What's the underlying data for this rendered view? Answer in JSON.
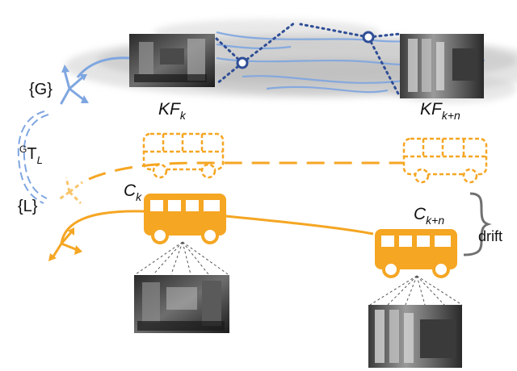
{
  "labels": {
    "kf_left": {
      "main": "KF",
      "sub": "k"
    },
    "kf_right": {
      "main": "KF",
      "sub": "k+n"
    },
    "frame_global": "{G}",
    "frame_local": "{L}",
    "transform": {
      "sup": "G",
      "main": "T",
      "sub": "L"
    },
    "cam_left": {
      "main": "C",
      "sub": "k"
    },
    "cam_right": {
      "main": "C",
      "sub": "k+n"
    },
    "drift": "drift"
  },
  "colors": {
    "blue": "#7fa6e0",
    "dark_blue": "#2f4e96",
    "orange": "#f5a623",
    "orange_light": "#f8c468",
    "cloud": "#c4c4c4",
    "brace": "#707070"
  },
  "images": {
    "keyframe_left": "industrial-interior-photo",
    "keyframe_right": "industrial-pipes-photo",
    "camera_view_left": "industrial-interior-photo",
    "camera_view_right": "industrial-pipes-photo"
  }
}
